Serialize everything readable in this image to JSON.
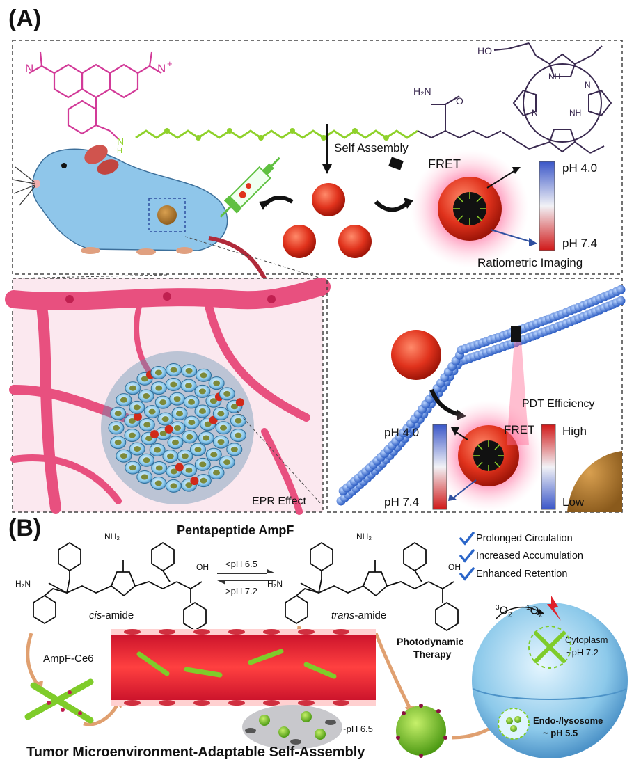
{
  "panel_a": {
    "label": "(A)",
    "self_assembly": "Self Assembly",
    "fret_top": "FRET",
    "ph_top_high": "pH 4.0",
    "ph_top_low": "pH 7.4",
    "ratiometric": "Ratiometric Imaging",
    "epr": "EPR Effect",
    "pdt_efficiency": "PDT Efficiency",
    "fret_bottom": "FRET",
    "ph_bottom_high": "pH 4.0",
    "ph_bottom_low": "pH 7.4",
    "high": "High",
    "low": "Low",
    "chem_amine": "N",
    "chem_iminium": "N",
    "chem_plus": "+",
    "chem_amide_n": "N",
    "chem_amide_h": "H",
    "chem_h2n": "H₂N",
    "chem_o": "O",
    "chem_ho": "HO",
    "chem_nh1": "NH",
    "chem_nh2": "NH",
    "chem_n1": "N",
    "chem_n2": "N"
  },
  "panel_b": {
    "label": "(B)",
    "title": "Pentapeptide AmpF",
    "arrow_forward": "<pH 6.5",
    "arrow_reverse": ">pH 7.2",
    "cis": "cis",
    "cis_suffix": "-amide",
    "trans": "trans",
    "trans_suffix": "-amide",
    "nh2_left": "NH₂",
    "nh2_right": "NH₂",
    "h2n_left": "H₂N",
    "h2n_right": "H₂N",
    "oh_left": "OH",
    "oh_right": "OH",
    "ampf_ce6": "AmpF-Ce6",
    "photodynamic": "Photodynamic",
    "therapy": "Therapy",
    "ph65": "~pH 6.5",
    "benefits": [
      "Prolonged Circulation",
      "Increased Accumulation",
      "Enhanced Retention"
    ],
    "triplet_o2": "O",
    "triplet_sup": "3",
    "triplet_sub": "2",
    "singlet_o2": "O",
    "singlet_sup": "1",
    "singlet_sub": "2",
    "cytoplasm": "Cytoplasm",
    "cytoplasm_ph": "~pH 7.2",
    "endo": "Endo-/lysosome",
    "endo_ph": "~ pH 5.5",
    "caption": "Tumor Microenvironment-Adaptable Self-Assembly"
  },
  "colors": {
    "magenta_dye": "#d23a98",
    "peg_green": "#8fd12b",
    "porphyrin": "#3a2a50",
    "mouse_blue": "#8fc6ea",
    "nanoparticle_red": "#e0321c",
    "vessel_pink": "#e8507f",
    "membrane_blue": "#4b7fd6",
    "check_blue": "#2b66c9"
  }
}
